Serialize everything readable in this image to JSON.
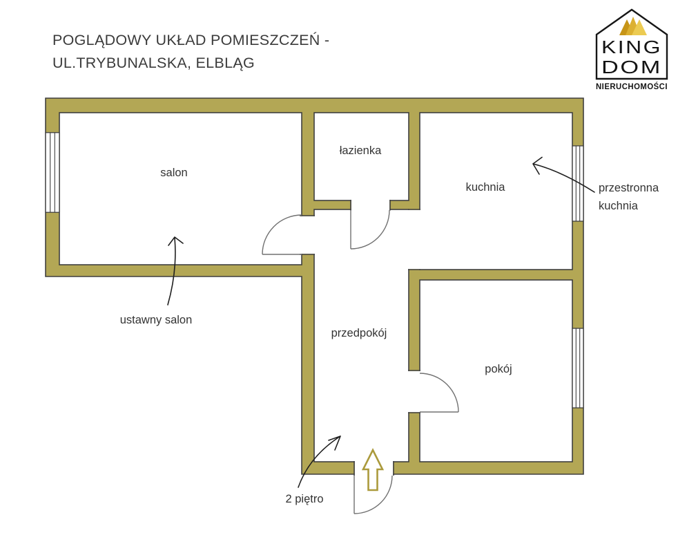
{
  "header": {
    "title_line1": "POGLĄDOWY UKŁAD POMIESZCZEŃ -",
    "title_line2": "UL.TRYBUNALSKA, ELBLĄG"
  },
  "logo": {
    "name_top": "KING",
    "name_bottom": "DOM",
    "subtitle": "NIERUCHOMOŚCI",
    "crown_colors": [
      "#c79517",
      "#dcb031",
      "#eccb52"
    ]
  },
  "floorplan": {
    "rooms": [
      {
        "id": "salon",
        "label": "salon"
      },
      {
        "id": "lazienka",
        "label": "łazienka"
      },
      {
        "id": "kuchnia",
        "label": "kuchnia"
      },
      {
        "id": "przedpokoj",
        "label": "przedpokój"
      },
      {
        "id": "pokoj",
        "label": "pokój"
      }
    ],
    "annotations": [
      {
        "id": "kitchen-note",
        "line1": "przestronna",
        "line2": "kuchnia"
      },
      {
        "id": "salon-note",
        "label": "ustawny salon"
      },
      {
        "id": "floor-note",
        "label": "2 piętro"
      }
    ],
    "features": [
      "entrance-arrow",
      "salon-window",
      "kitchen-window",
      "room-window",
      "4 doors"
    ],
    "colors": {
      "wall": "#b3a755",
      "outline": "#3f3f3f",
      "door_arc": "#707070",
      "entrance_arrow": "#ab9a3c",
      "text": "#333333"
    }
  }
}
